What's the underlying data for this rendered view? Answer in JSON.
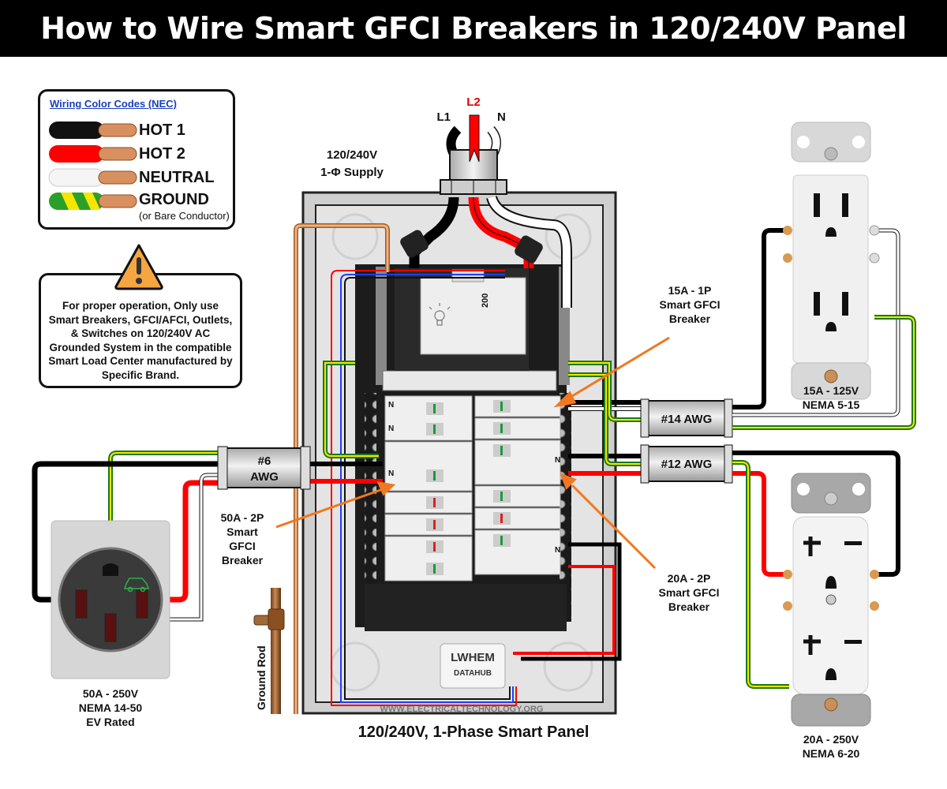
{
  "title": "How to Wire Smart GFCI Breakers in 120/240V Panel",
  "legend": {
    "heading": "Wiring Color Codes (NEC)",
    "items": [
      {
        "label": "HOT 1",
        "color": "#000000"
      },
      {
        "label": "HOT 2",
        "color": "#ff0000"
      },
      {
        "label": "NEUTRAL",
        "color": "#ffffff"
      },
      {
        "label": "GROUND",
        "sub": "(or Bare Conductor)",
        "color": "#2aa02a",
        "stripe": "#f5e600"
      }
    ]
  },
  "warning": {
    "icon": "warning-triangle-icon",
    "text": "For proper operation, Only use Smart Breakers, GFCI/AFCI, Outlets, & Switches on 120/240V AC Grounded System in the compatible Smart Load Center manufactured by Specific Brand."
  },
  "supply": {
    "line1": "120/240V",
    "line2": "1-Φ Supply",
    "conductors": [
      "L1",
      "L2",
      "N"
    ]
  },
  "panel": {
    "main_breaker_rating": "200",
    "caption": "120/240V, 1-Phase Smart Panel",
    "website": "WWW.ELECTRICALTECHNOLOGY.ORG",
    "datahub": {
      "line1": "LWHEM",
      "line2": "DATAHUB"
    },
    "neutral_marker": "N"
  },
  "callouts": {
    "breaker_15a": [
      "15A - 1P",
      "Smart GFCI",
      "Breaker"
    ],
    "breaker_50a": [
      "50A - 2P",
      "Smart",
      "GFCI",
      "Breaker"
    ],
    "breaker_20a": [
      "20A - 2P",
      "Smart GFCI",
      "Breaker"
    ]
  },
  "cables": {
    "awg6": [
      "#6",
      "AWG"
    ],
    "awg14": "#14 AWG",
    "awg12": "#12 AWG"
  },
  "ground_rod": "Ground Rod",
  "receptacles": {
    "nema_14_50": [
      "50A - 250V",
      "NEMA 14-50",
      "EV Rated"
    ],
    "nema_5_15": [
      "15A - 125V",
      "NEMA 5-15"
    ],
    "nema_6_20": [
      "20A - 250V",
      "NEMA 6-20"
    ]
  },
  "colors": {
    "hot1": "#000000",
    "hot2": "#ff0000",
    "neutral": "#ffffff",
    "ground_green": "#2aa02a",
    "ground_yellow": "#f5e600",
    "copper": "#e0a070",
    "arrow": "#f07820",
    "data_blue": "#1a3fff",
    "l2_label": "#e00000",
    "legend_heading": "#1a3fbf"
  }
}
